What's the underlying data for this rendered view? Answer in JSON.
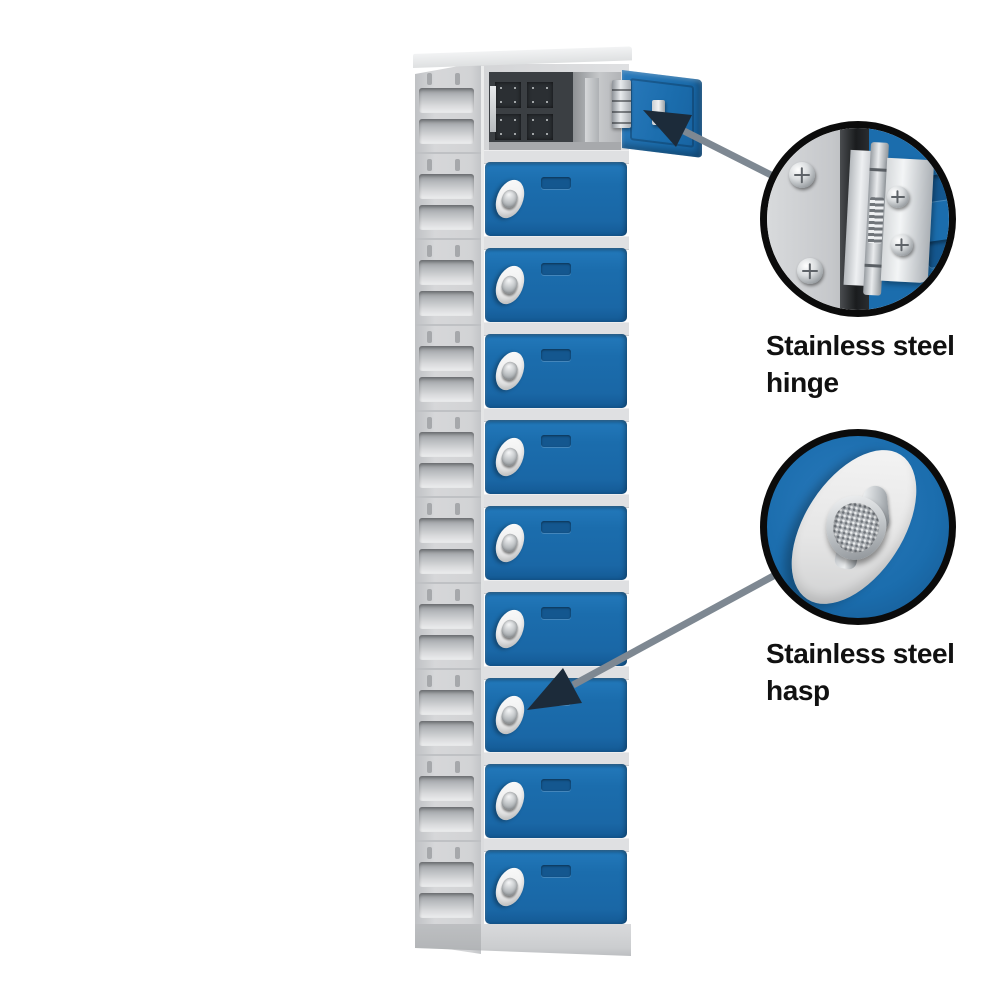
{
  "locker": {
    "compartment_count": 10,
    "closed_door_count": 9,
    "open_door_count": 1,
    "side_section_count": 10
  },
  "callouts": [
    {
      "id": "hinge-callout",
      "icon": "hinge-icon",
      "label_line1": "Stainless steel",
      "label_line2": "hinge"
    },
    {
      "id": "hasp-callout",
      "icon": "hasp-icon",
      "label_line1": "Stainless steel",
      "label_line2": "hasp"
    }
  ],
  "colors": {
    "page_background": "#ffffff",
    "text": "#111111",
    "callout_border": "#0b0b0b",
    "door_blue": "#1b6dad",
    "door_blue_light": "#2379bb",
    "door_blue_dark": "#145a95",
    "vent_blue": "#14578f",
    "body_gray": "#d4d5d7",
    "body_gray_dark": "#bcbec1",
    "divider_gray": "#dfe0e2",
    "interior_dark": "#3b3f43",
    "interior_panel": "#2b2f33",
    "metal_light": "#f2f4f5",
    "metal_mid": "#c6c9cc",
    "metal_dark": "#878c91",
    "lock_oval_white": "#efefef",
    "arrow_shaft": "#7e8892",
    "arrow_head": "#1c2b3a"
  }
}
